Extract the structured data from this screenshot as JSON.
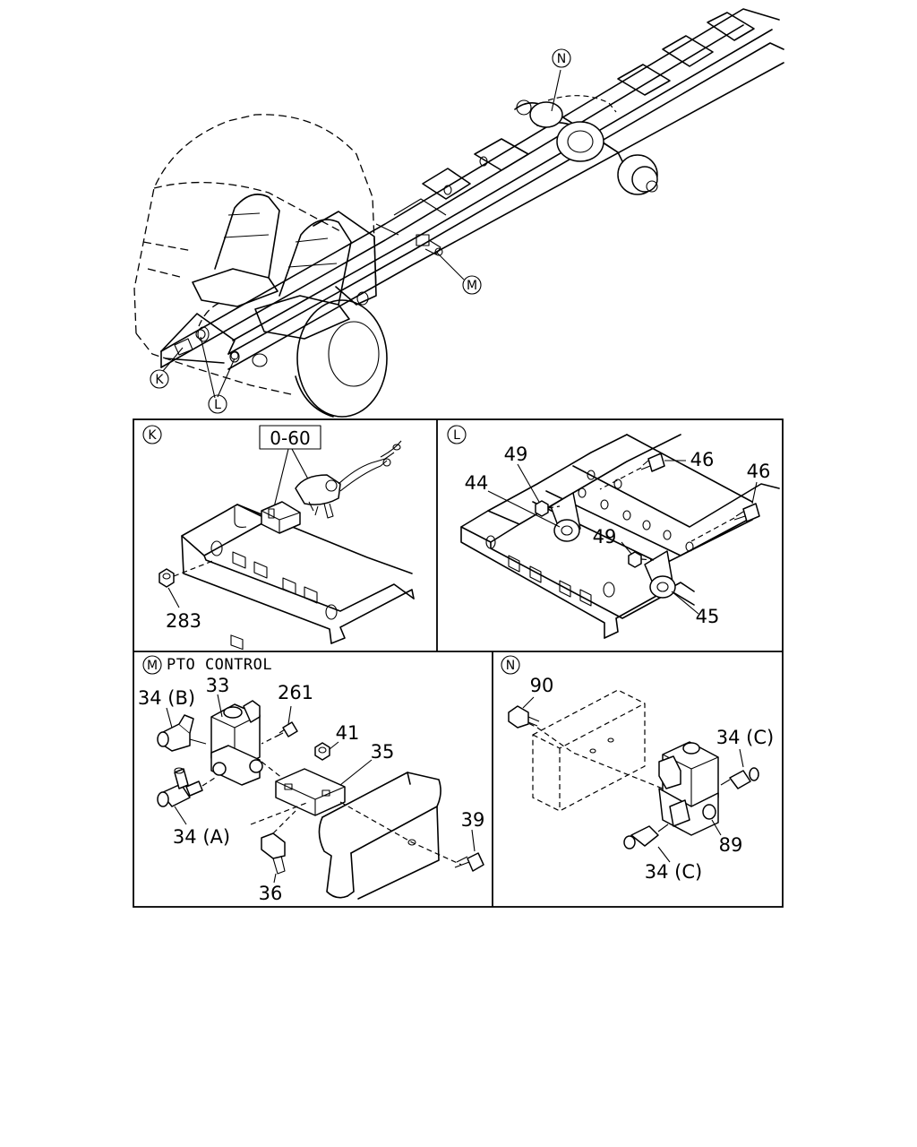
{
  "overview": {
    "callouts": {
      "k": "K",
      "l": "L",
      "m": "M",
      "n": "N"
    }
  },
  "panel_k": {
    "letter": "K",
    "ref_box": "0-60",
    "parts": {
      "p283": "283"
    }
  },
  "panel_l": {
    "letter": "L",
    "parts": {
      "p49a": "49",
      "p44": "44",
      "p46a": "46",
      "p46b": "46",
      "p49b": "49",
      "p45": "45"
    }
  },
  "panel_m": {
    "letter": "M",
    "title": "PTO CONTROL",
    "parts": {
      "p34b": "34 (B)",
      "p33": "33",
      "p261": "261",
      "p41": "41",
      "p35": "35",
      "p34a": "34 (A)",
      "p39": "39",
      "p36": "36"
    }
  },
  "panel_n": {
    "letter": "N",
    "parts": {
      "p90": "90",
      "p34c1": "34 (C)",
      "p89": "89",
      "p34c2": "34 (C)"
    }
  }
}
